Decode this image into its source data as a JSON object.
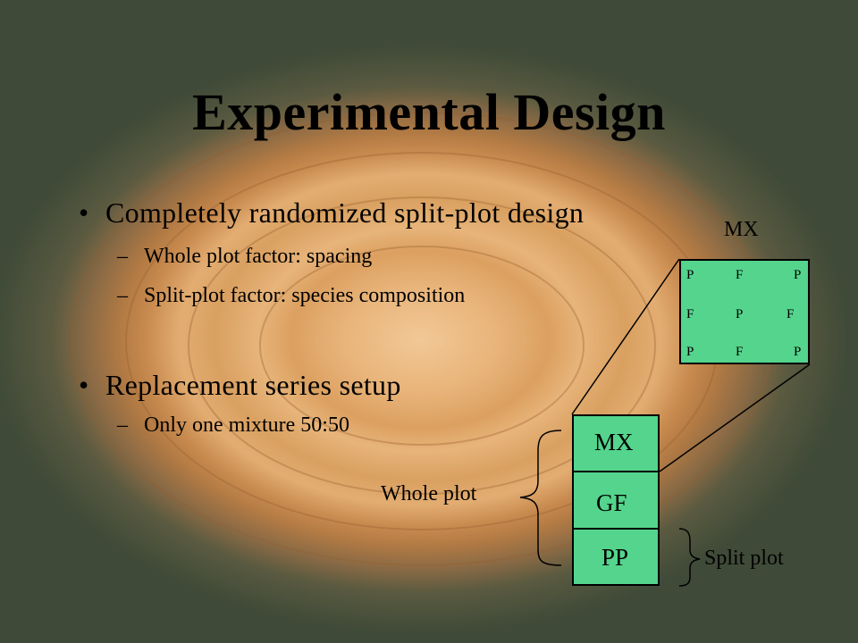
{
  "title": "Experimental Design",
  "bullets": [
    {
      "text": "Completely randomized split-plot design",
      "subs": [
        "Whole plot factor: spacing",
        "Split-plot factor: species composition"
      ]
    },
    {
      "text": "Replacement series setup",
      "subs": [
        "Only one mixture 50:50"
      ]
    }
  ],
  "bullet_glyph": "•",
  "dash_glyph": "–",
  "diagram": {
    "detail_label": "MX",
    "grid": [
      [
        "P",
        "F",
        "P"
      ],
      [
        "F",
        "P",
        "F"
      ],
      [
        "P",
        "F",
        "P"
      ]
    ],
    "stack": [
      "MX",
      "GF",
      "PP"
    ],
    "whole_plot_label": "Whole plot",
    "split_plot_label": "Split plot",
    "colors": {
      "plot_fill": "#54d48c"
    }
  }
}
